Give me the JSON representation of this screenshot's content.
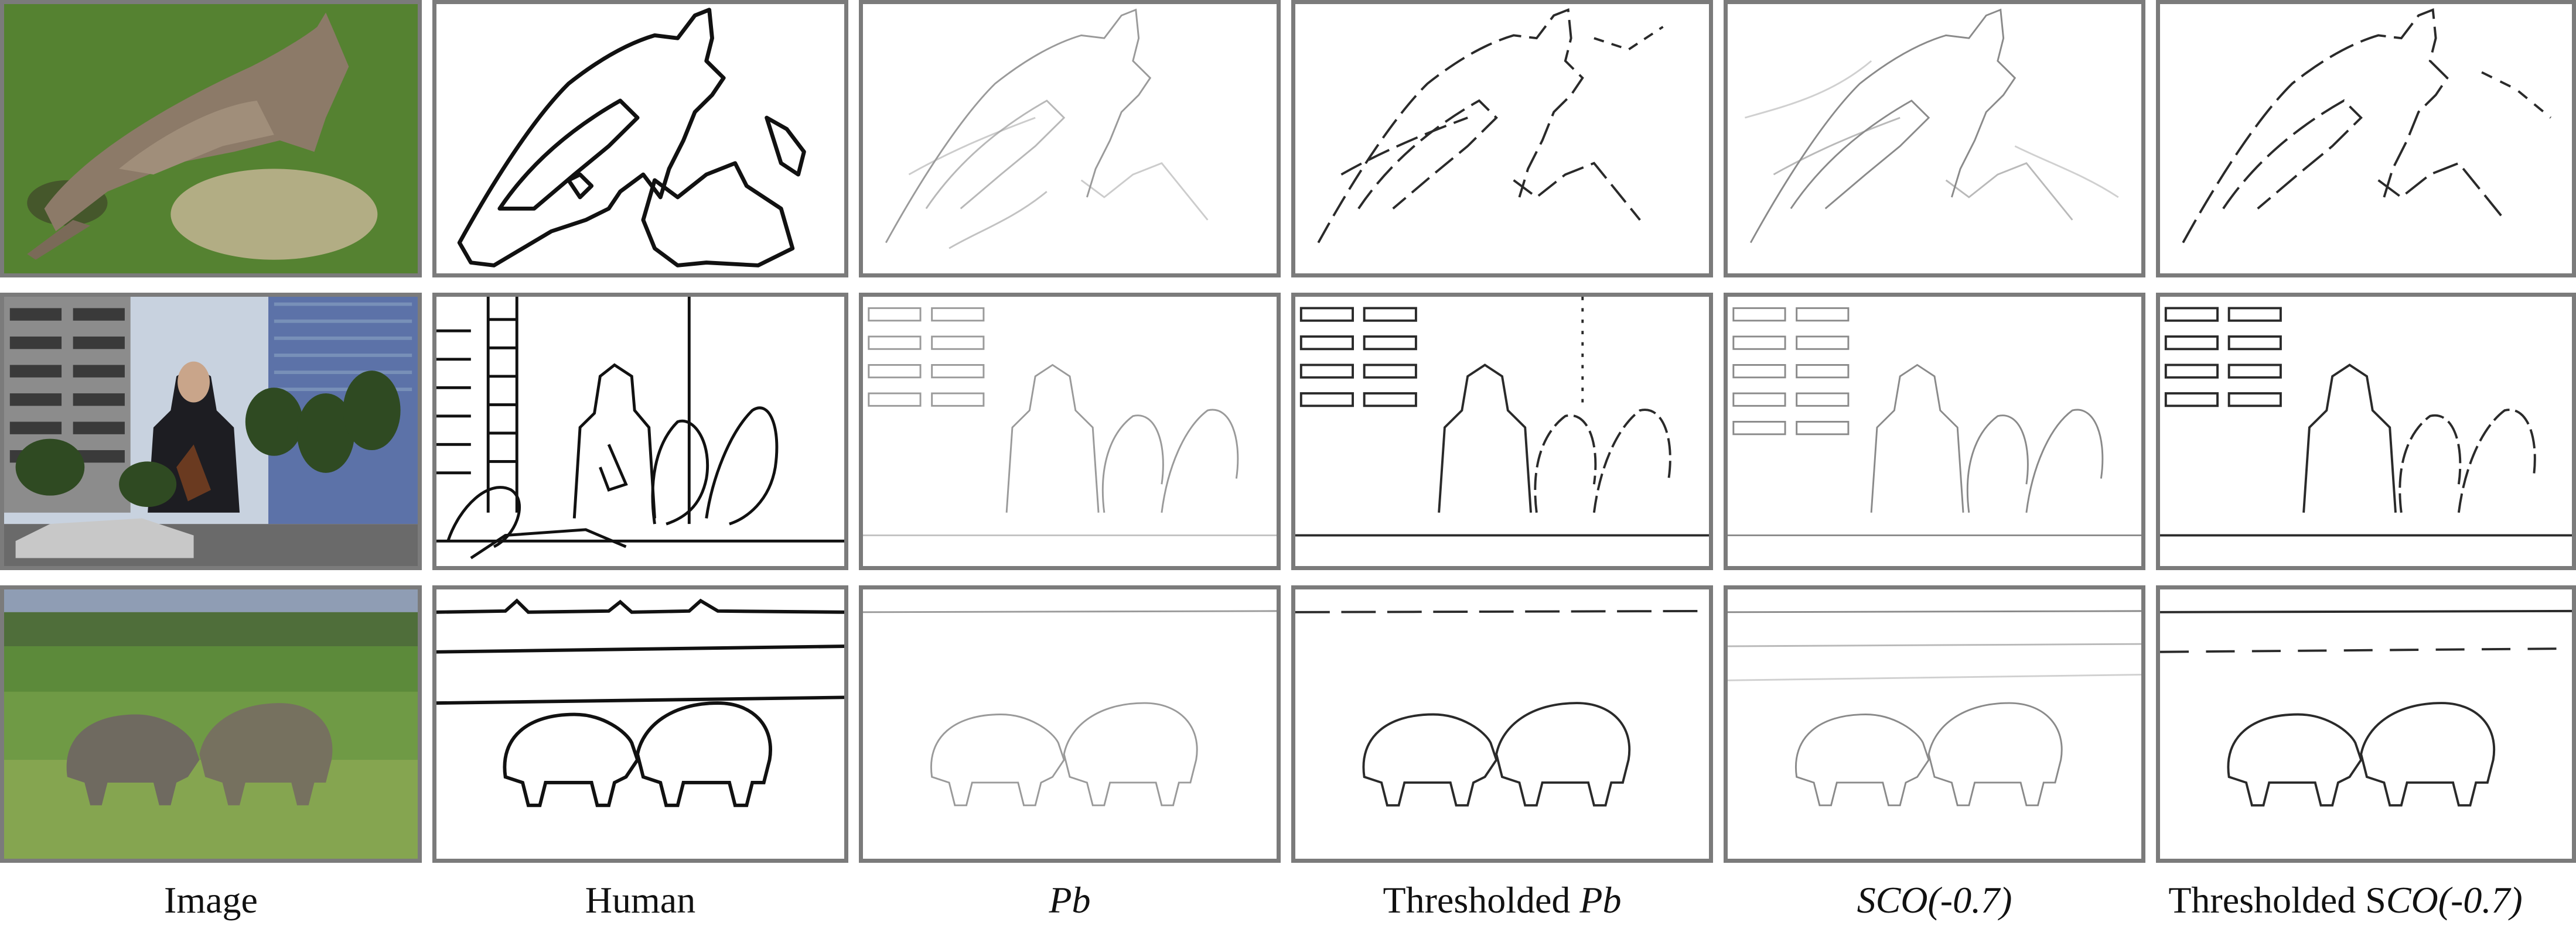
{
  "figure": {
    "columns": [
      {
        "id": "image",
        "caption_plain": "Image",
        "caption_italic": ""
      },
      {
        "id": "human",
        "caption_plain": "Human",
        "caption_italic": ""
      },
      {
        "id": "pb",
        "caption_plain": "",
        "caption_italic": "Pb"
      },
      {
        "id": "thresholded-pb",
        "caption_plain": "Thresholded ",
        "caption_italic": "Pb"
      },
      {
        "id": "sco",
        "caption_plain": "",
        "caption_italic": "SCO(-0.7)"
      },
      {
        "id": "thresholded-sco",
        "caption_plain": "Thresholded S",
        "caption_italic": "CO(-0.7)"
      }
    ],
    "rows": [
      {
        "id": "kangaroo",
        "photo_colors": {
          "sky": "#5a7a3a",
          "ground": "#4f7d2e",
          "subject": "#8a7868",
          "accent": "#bfae94"
        }
      },
      {
        "id": "violinist",
        "photo_colors": {
          "sky": "#c8d2df",
          "ground": "#3d5a2f",
          "subject": "#1d1d22",
          "accent": "#7890b8"
        }
      },
      {
        "id": "rhinos",
        "photo_colors": {
          "sky": "#8f9db4",
          "ground": "#5c8a3a",
          "subject": "#6f6a60",
          "accent": "#8faa55"
        }
      }
    ],
    "edge_colors": {
      "human": "#111111",
      "pb": "#9a9a9a",
      "thresholded": "#2a2a2a",
      "sco": "#8a8a8a",
      "frame": "#7b7b7b"
    }
  }
}
